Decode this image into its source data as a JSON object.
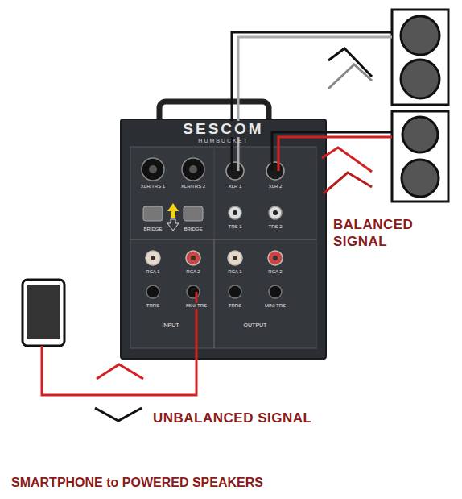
{
  "diagram": {
    "caption": "SMARTPHONE to POWERED SPEAKERS",
    "nodes": [
      {
        "text": [
          "SESCOM",
          "HUMBUCKET"
        ]
      }
    ],
    "labels": [
      "XLR/TRS 1",
      "XLR/TRS 2",
      "XLR 1",
      "XLR 2",
      "BRIDGE",
      "BRIDGE",
      "TRS 1",
      "TRS 2",
      "RCA 1",
      "RCA 2",
      "RCA 1",
      "RCA 2",
      "TRRS",
      "MINI TRS",
      "TRRS",
      "MINI TRS",
      "INPUT",
      "OUTPUT",
      "BALANCED SIGNAL",
      "UNBALANCED SIGNAL"
    ]
  }
}
